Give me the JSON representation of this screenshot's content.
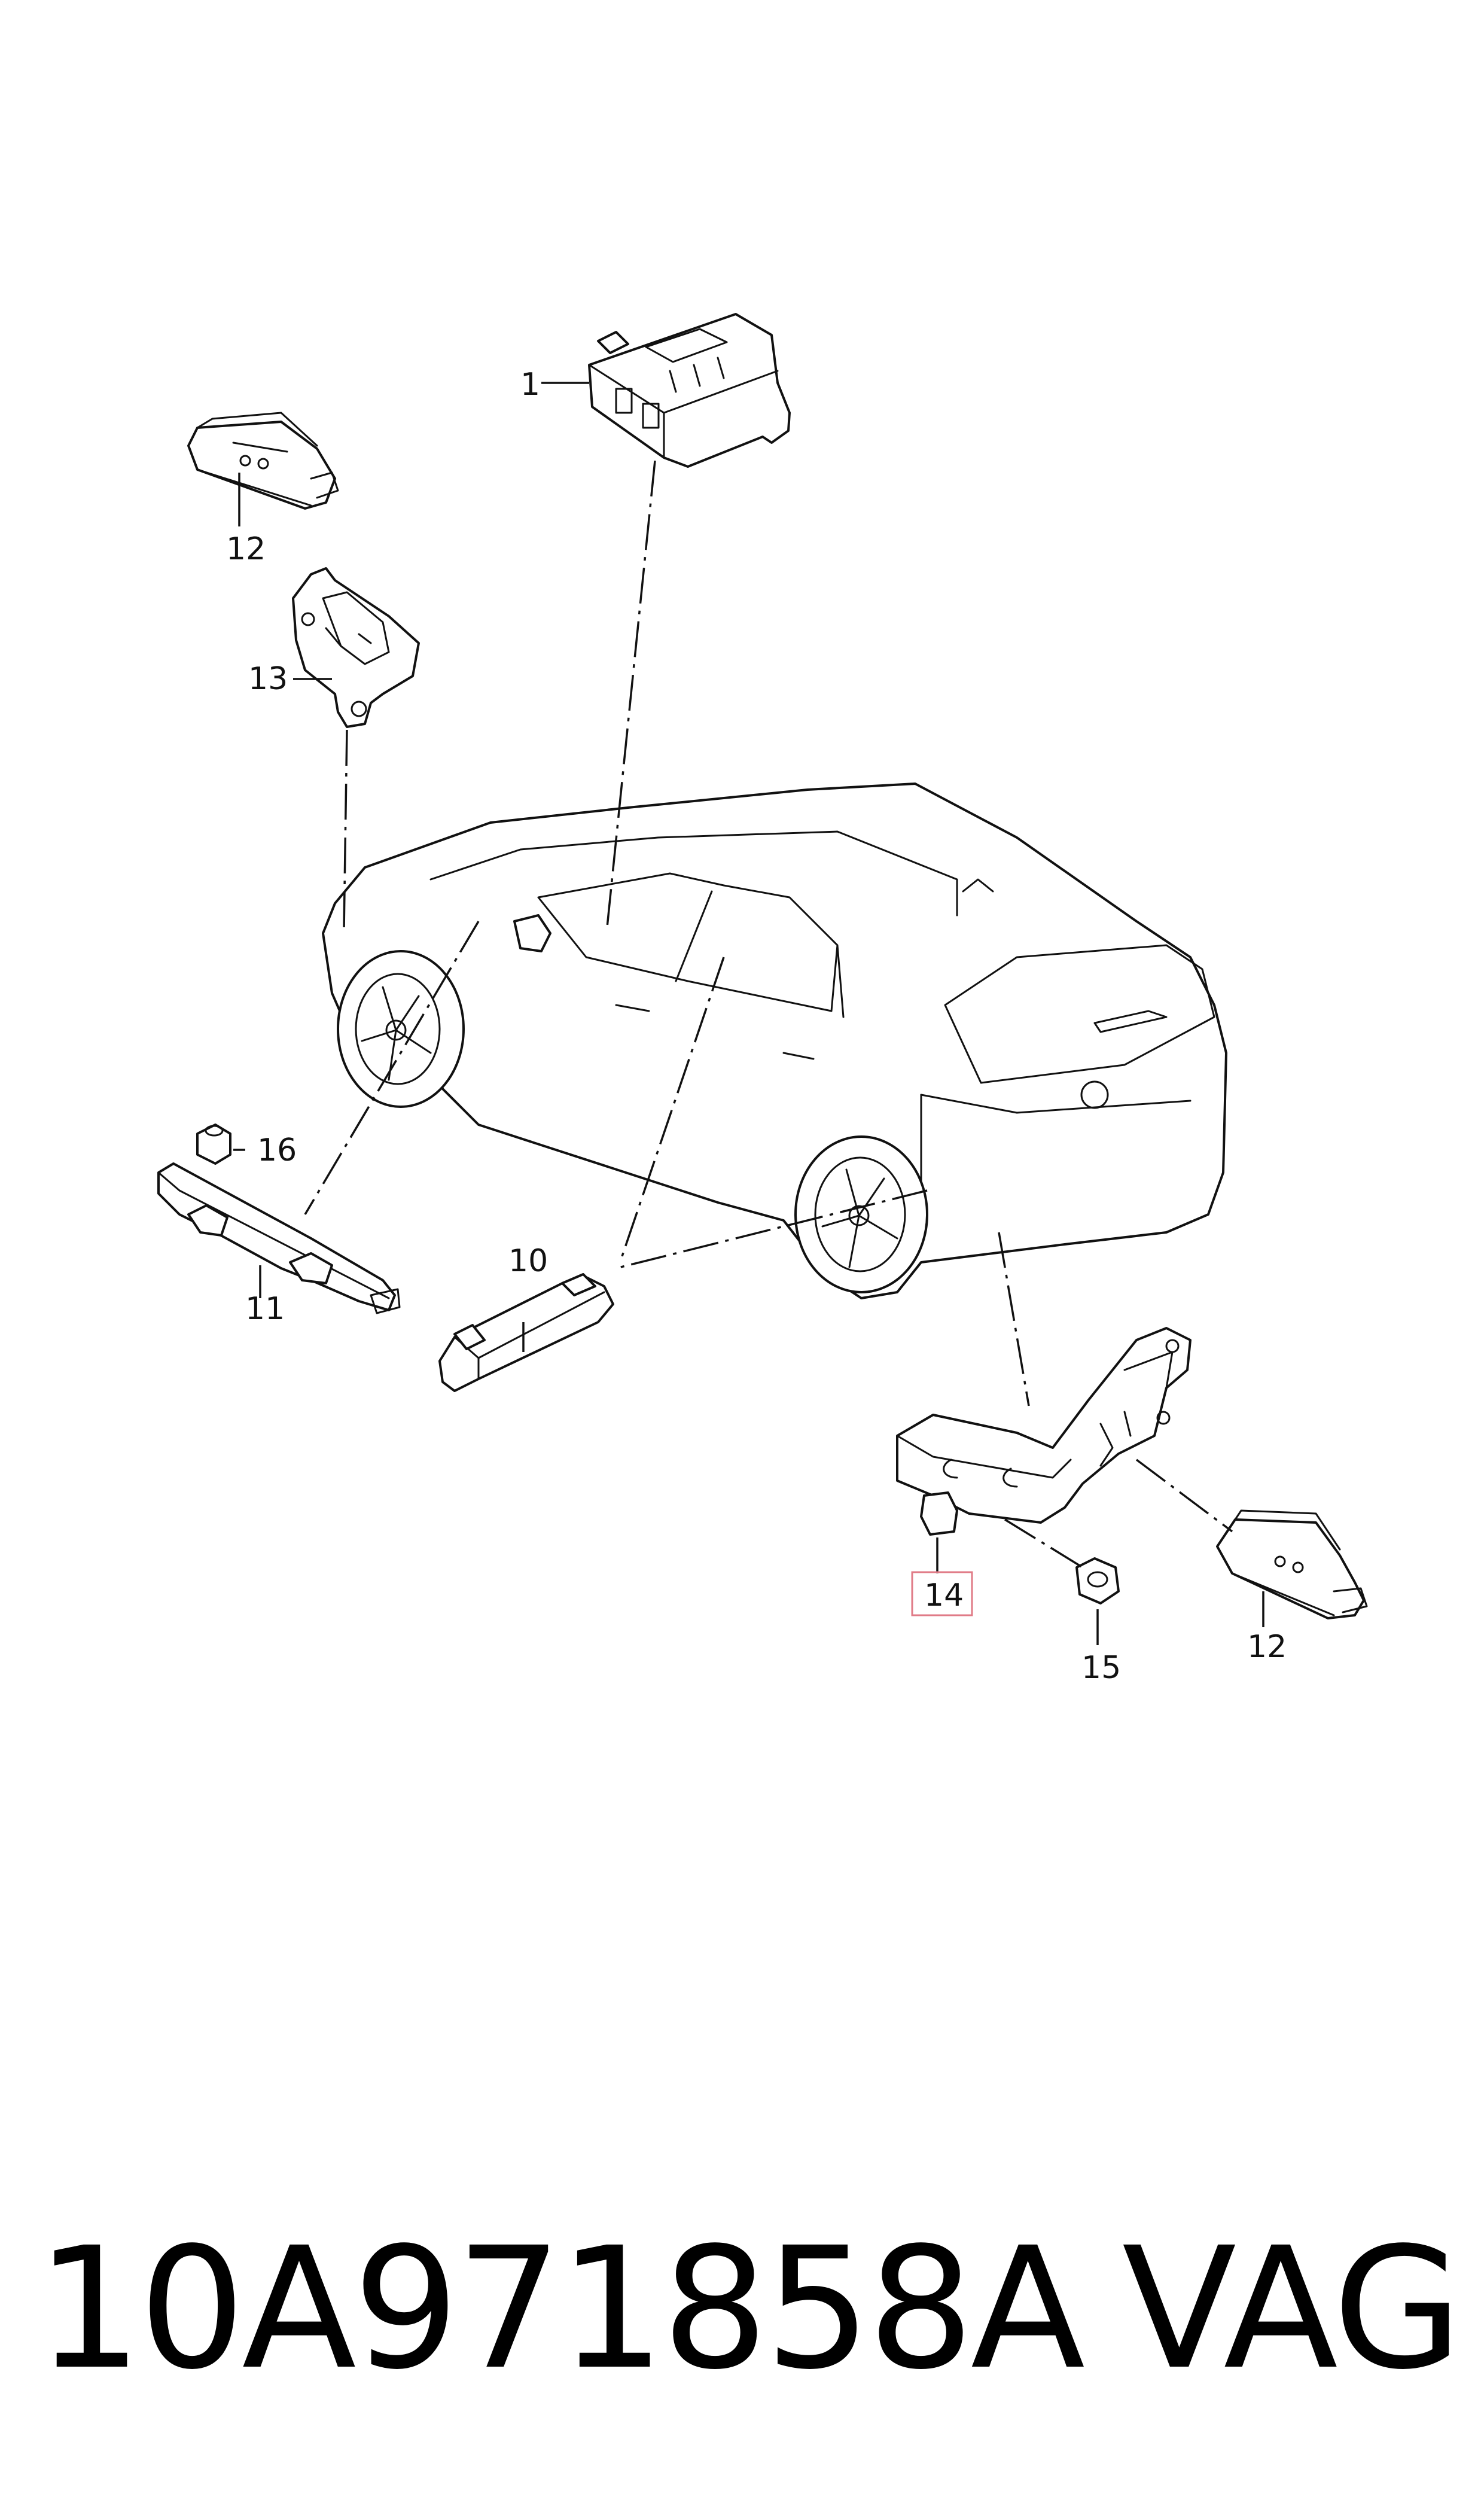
{
  "callouts": [
    {
      "id": "c1",
      "label": "1"
    },
    {
      "id": "c10",
      "label": "10"
    },
    {
      "id": "c11",
      "label": "11"
    },
    {
      "id": "c12a",
      "label": "12"
    },
    {
      "id": "c12b",
      "label": "12"
    },
    {
      "id": "c13",
      "label": "13"
    },
    {
      "id": "c14",
      "label": "14",
      "highlighted": true
    },
    {
      "id": "c15",
      "label": "15"
    },
    {
      "id": "c16",
      "label": "16"
    }
  ],
  "footer": {
    "part_number": "10A971858A",
    "brand": "VAG"
  },
  "colors": {
    "line": "#111111",
    "highlight": "#e07b87",
    "background": "#ffffff"
  }
}
